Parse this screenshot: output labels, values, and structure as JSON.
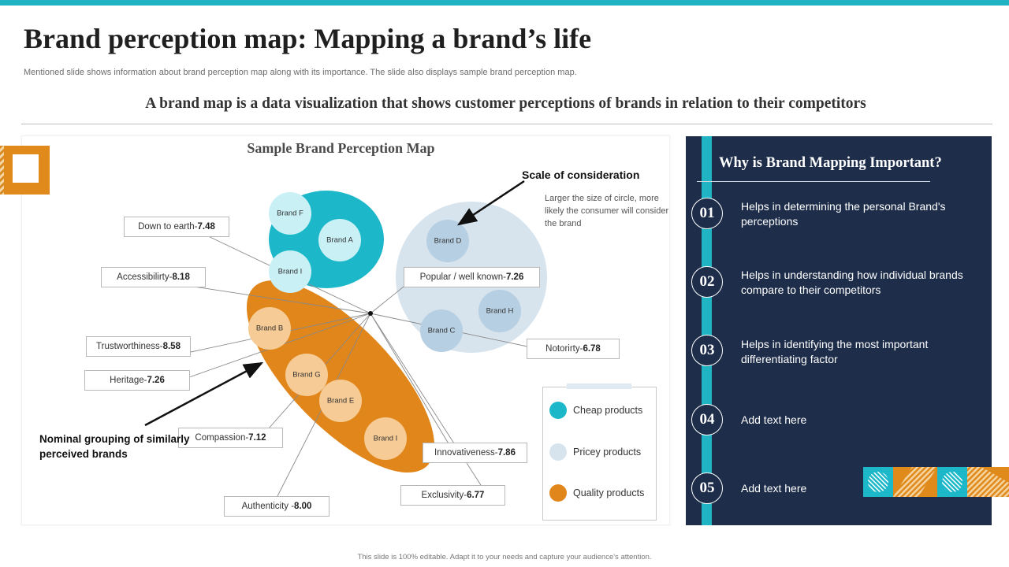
{
  "title": "Brand perception map: Mapping a brand’s life",
  "subtitle": "Mentioned slide shows information about brand perception map along with its importance. The slide also displays sample brand perception map.",
  "tagline": "A brand map is a data visualization that shows customer perceptions of brands in relation to their competitors",
  "map": {
    "title": "Sample Brand Perception Map",
    "scale_title": "Scale of consideration",
    "scale_desc": "Larger the size of circle, more likely the consumer will consider the brand",
    "group_note": "Nominal grouping of similarly perceived brands",
    "brands": {
      "f": "Brand F",
      "a": "Brand A",
      "i_cheap": "Brand I",
      "d": "Brand D",
      "h": "Brand H",
      "c": "Brand C",
      "b": "Brand B",
      "g": "Brand G",
      "e": "Brand E",
      "i_quality": "Brand I"
    },
    "attributes": {
      "down_to_earth": {
        "name": "Down to earth-",
        "value": "7.48"
      },
      "accessibility": {
        "name": "Accessibilirty-",
        "value": "8.18"
      },
      "trustworthiness": {
        "name": "Trustworthiness-",
        "value": "8.58"
      },
      "heritage": {
        "name": "Heritage-",
        "value": "7.26"
      },
      "compassion": {
        "name": "Compassion-",
        "value": "7.12"
      },
      "authenticity": {
        "name": "Authenticity -",
        "value": "8.00"
      },
      "popular": {
        "name": "Popular / well known-",
        "value": "7.26"
      },
      "notoriety": {
        "name": "Notorirty-",
        "value": "6.78"
      },
      "innovativeness": {
        "name": "Innovativeness-",
        "value": "7.86"
      },
      "exclusivity": {
        "name": "Exclusivity-",
        "value": "6.77"
      }
    },
    "legend": [
      {
        "label": "Cheap products",
        "color": "#1cb8c9"
      },
      {
        "label": "Pricey products",
        "color": "#d7e4ee"
      },
      {
        "label": "Quality products",
        "color": "#e0861a"
      }
    ]
  },
  "side": {
    "title": "Why is Brand Mapping Important?",
    "steps": [
      {
        "num": "01",
        "text": "Helps in determining the personal Brand's perceptions"
      },
      {
        "num": "02",
        "text": "Helps in understanding how individual brands compare to their competitors"
      },
      {
        "num": "03",
        "text": "Helps in identifying the most important differentiating factor"
      },
      {
        "num": "04",
        "text": "Add text here"
      },
      {
        "num": "05",
        "text": "Add text here"
      }
    ]
  },
  "footer": "This slide is 100% editable. Adapt it to your needs and capture your audience's attention.",
  "colors": {
    "teal": "#1fb3c4",
    "navy": "#1d2d4a",
    "orange": "#e0861a",
    "light_orange": "#f6cb95",
    "light_blue": "#d7e4ee",
    "mid_blue": "#b7cfe2"
  }
}
